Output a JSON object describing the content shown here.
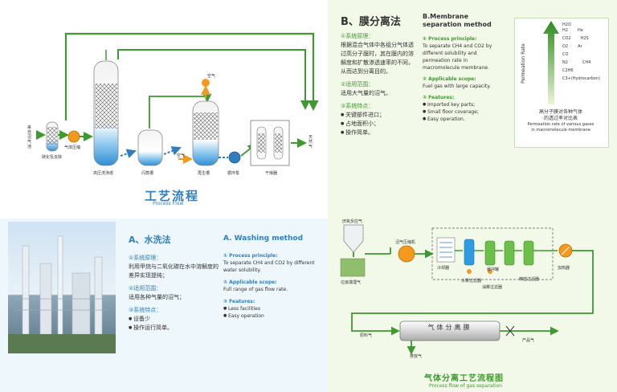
{
  "process_flow": {
    "title_cn": "工艺流程",
    "title_en": "Process Flow",
    "labels": {
      "inlet": "来自沼气池",
      "desulfur": "硫化氢去除",
      "compressor": "气体压缩",
      "scrubber": "高压洗涤塔",
      "flash": "闪蒸槽",
      "regen": "再生槽",
      "pump": "循环泵",
      "dryer": "干燥器",
      "outlet": "天然气",
      "air_top": "空气",
      "air_side": "空气"
    }
  },
  "washing": {
    "title_cn": "A、水洗法",
    "title_en": "A. Washing method",
    "principle_cn_head": "①系统原理：",
    "principle_cn": "利用甲烷与二氧化碳在水中溶解度的差异实现提纯；",
    "scope_cn_head": "②适用范围：",
    "scope_cn": "适用各种气量的沼气；",
    "features_cn_head": "③系统特点：",
    "features_cn": [
      "设备少",
      "操作运行简单。"
    ],
    "principle_en_head": "① Process principle:",
    "principle_en": "To separate CH4 and CO2 by different water solubility.",
    "scope_en_head": "② Applicable scope:",
    "scope_en": "Full range of gas flow rate.",
    "features_en_head": "③ Features:",
    "features_en": [
      "Less facilities",
      "Easy operation"
    ]
  },
  "membrane": {
    "title_cn": "B、膜分离法",
    "title_en": "B.Membrane separation method",
    "principle_cn_head": "①系统原理：",
    "principle_cn": "根据混合气体中各组分气体透过高分子膜时，其在膜内的溶解度和扩散渗透速率的不同，从而达到分离目的。",
    "scope_cn_head": "②适用范围：",
    "scope_cn": "适用大气量的沼气。",
    "features_cn_head": "③系统特点：",
    "features_cn": [
      "关键部件进口；",
      "占地面积小；",
      "操作简单。"
    ],
    "principle_en_head": "① Process principle:",
    "principle_en": "To separate CH4 and CO2 by different solubility and permeation rate in macromolecule membrane.",
    "scope_en_head": "② Applicable scope:",
    "scope_en": "Fuel gas with large capacity.",
    "features_en_head": "③ Features:",
    "features_en": [
      "Imported key parts;",
      "Small floor coverage;",
      "Easy operation."
    ]
  },
  "permeation": {
    "axis_label": "Permeation Rate",
    "gases": [
      "H2O",
      "H2",
      "He",
      "CO2",
      "H2S",
      "O2",
      "Ar",
      "CO",
      "N2",
      "CH4",
      "C2H6",
      "C3+(Hydrocarbon)"
    ],
    "caption_cn_1": "高分子膜对各种气体",
    "caption_cn_2": "的透过率对比表",
    "caption_en_1": "Permeation rate of various gases",
    "caption_en_2": "in macromolecule membrane"
  },
  "gas_flow": {
    "title_cn": "气体分离工艺流程图",
    "title_en": "Process flow of gas separation",
    "labels": {
      "biogas_source": "厌氧反应气",
      "landfill": "垃圾填埋气",
      "compressor": "沼气压缩机",
      "cooler": "冷却器",
      "tank": "缓冲罐",
      "water_filter": "水雾过滤器",
      "oil_filter": "油雾过滤器",
      "fine_filter": "精密过滤器",
      "heater": "加热器",
      "feed": "原料气",
      "membrane": "气体分离膜",
      "vent": "排放气",
      "product": "产品气"
    }
  },
  "colors": {
    "green": "#3c9a2e",
    "blue": "#2f7fc0",
    "right_bg": "#f3f9e8"
  }
}
